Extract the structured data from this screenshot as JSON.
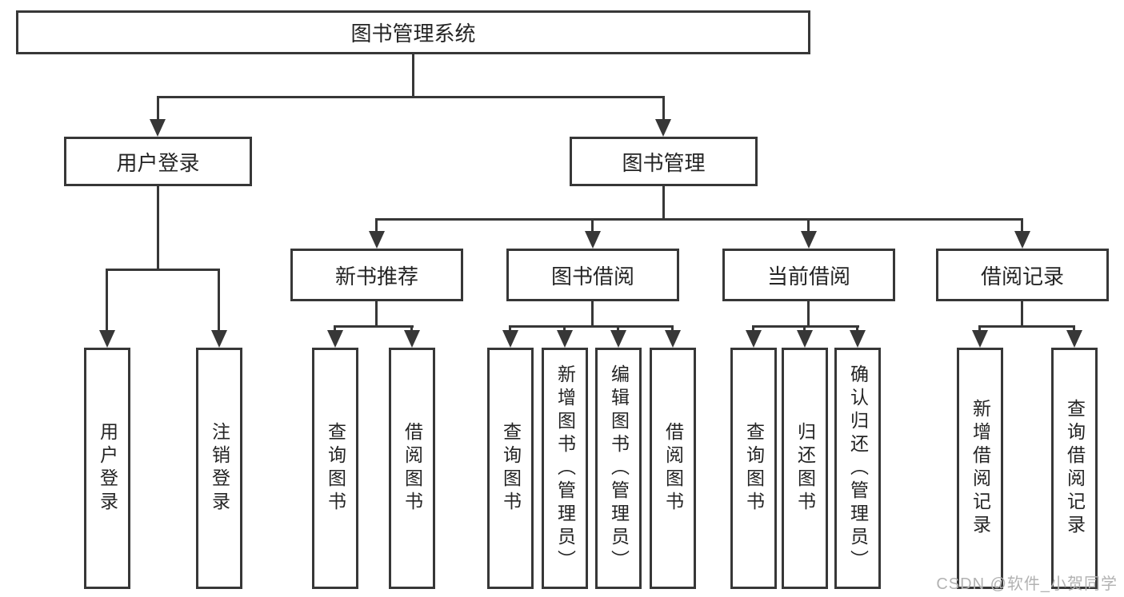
{
  "diagram": {
    "root": "图书管理系统",
    "user": {
      "label": "用户登录",
      "children": [
        "用户登录",
        "注销登录"
      ]
    },
    "mgmt": {
      "label": "图书管理"
    },
    "sections": [
      {
        "label": "新书推荐",
        "children": [
          "查询图书",
          "借阅图书"
        ]
      },
      {
        "label": "图书借阅",
        "children": [
          "查询图书",
          "新增图书（管理员）",
          "编辑图书（管理员）",
          "借阅图书"
        ]
      },
      {
        "label": "当前借阅",
        "children": [
          "查询图书",
          "归还图书",
          "确认归还（管理员）"
        ]
      },
      {
        "label": "借阅记录",
        "children": [
          "新增借阅记录",
          "查询借阅记录"
        ]
      }
    ]
  },
  "watermark": "CSDN @软件_小贺同学",
  "colors": {
    "line": "#373737",
    "text": "#242424",
    "watermark": "#b2b2b2"
  }
}
